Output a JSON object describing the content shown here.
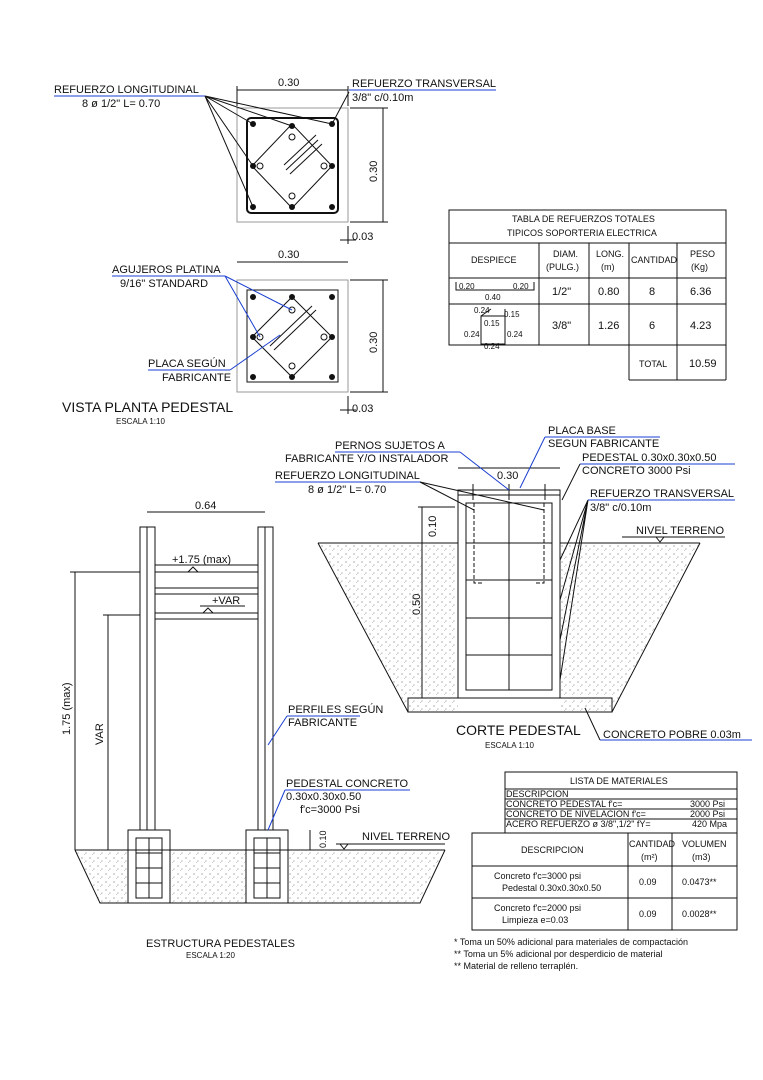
{
  "plan_view": {
    "refuerzo_long_label": "REFUERZO LONGITUDINAL",
    "refuerzo_long_spec": "8 ø 1/2\" L= 0.70",
    "refuerzo_trans_label": "REFUERZO TRANSVERSAL",
    "refuerzo_trans_spec": "3/8\" c/0.10m",
    "dim_width_top": "0.30",
    "dim_height_top": "0.30",
    "dim_cover_top": "0.03",
    "dim_width_bottom": "0.30",
    "dim_height_bottom": "0.30",
    "dim_cover_bottom": "0.03",
    "agujeros_label": "AGUJEROS PLATINA",
    "agujeros_spec": "9/16\" STANDARD",
    "placa_label": "PLACA SEGÚN",
    "placa_label2": "FABRICANTE",
    "title": "VISTA PLANTA PEDESTAL",
    "scale": "ESCALA 1:10"
  },
  "rebar_table": {
    "title1": "TABLA DE REFUERZOS TOTALES",
    "title2": "TIPICOS SOPORTERIA ELECTRICA",
    "headers": [
      "DESPIECE",
      "DIAM.",
      "(PULG.)",
      "LONG.",
      "(m)",
      "CANTIDAD",
      "PESO",
      "(Kg)"
    ],
    "rows": [
      {
        "despiece": [
          "0.20",
          "0.20",
          "0.40"
        ],
        "diam": "1/2\"",
        "long": "0.80",
        "cantidad": "8",
        "peso": "6.36"
      },
      {
        "despiece": [
          "0.24",
          "0.15",
          "0.15",
          "0.24",
          "0.24",
          "0.24"
        ],
        "diam": "3/8\"",
        "long": "1.26",
        "cantidad": "6",
        "peso": "4.23"
      }
    ],
    "total_label": "TOTAL",
    "total_value": "10.59"
  },
  "section": {
    "placa_base": "PLACA BASE",
    "placa_base2": "SEGUN FABRICANTE",
    "pernos": "PERNOS SUJETOS A",
    "pernos2": "FABRICANTE Y/O INSTALADOR",
    "pedestal": "PEDESTAL 0.30x0.30x0.50",
    "concreto": "CONCRETO 3000 Psi",
    "refuerzo_long_label": "REFUERZO LONGITUDINAL",
    "refuerzo_long_spec": "8 ø 1/2\" L= 0.70",
    "dim_width": "0.30",
    "refuerzo_trans_label": "REFUERZO TRANSVERSAL",
    "refuerzo_trans_spec": "3/8\" c/0.10m",
    "nivel_terreno": "NIVEL TERRENO",
    "dim_010": "0.10",
    "dim_050": "0.50",
    "title": "CORTE PEDESTAL",
    "scale": "ESCALA 1:10",
    "concreto_pobre": "CONCRETO POBRE 0.03m"
  },
  "structure": {
    "dim_width": "0.64",
    "level_max": "+1.75 (max)",
    "level_var": "+VAR",
    "dim_height_max": "1.75 (max)",
    "dim_var": "VAR",
    "perfiles": "PERFILES SEGÚN",
    "perfiles2": "FABRICANTE",
    "pedestal_label": "PEDESTAL CONCRETO",
    "pedestal_dims": "0.30x0.30x0.50",
    "pedestal_fc": "f'c=3000 Psi",
    "dim_010": "0.10",
    "nivel_terreno": "NIVEL TERRENO",
    "title": "ESTRUCTURA PEDESTALES",
    "scale": "ESCALA 1:20"
  },
  "materials": {
    "title": "LISTA DE MATERIALES",
    "desc_header": "DESCRIPCION",
    "items": [
      {
        "label": "CONCRETO  PEDESTAL  f'c=",
        "value": "3000  Psi"
      },
      {
        "label": "CONCRETO  DE  NIVELACION  f'c=",
        "value": "2000  Psi"
      },
      {
        "label": "ACERO  REFUERZO  ø  3/8\",1/2\"  fY=",
        "value": "420  Mpa"
      }
    ],
    "table_headers": [
      "DESCRIPCION",
      "CANTIDAD",
      "(m²)",
      "VOLUMEN",
      "(m3)"
    ],
    "rows": [
      {
        "desc1": "Concreto f'c=3000 psi",
        "desc2": "Pedestal 0.30x0.30x0.50",
        "cantidad": "0.09",
        "volumen": "0.0473**"
      },
      {
        "desc1": "Concreto f'c=2000 psi",
        "desc2": "Limpieza e=0.03",
        "cantidad": "0.09",
        "volumen": "0.0028**"
      }
    ],
    "notes": [
      "* Toma un 50% adicional para materiales de compactación",
      "** Toma un 5% adicional por desperdicio de material",
      "** Material de relleno terraplén."
    ]
  }
}
